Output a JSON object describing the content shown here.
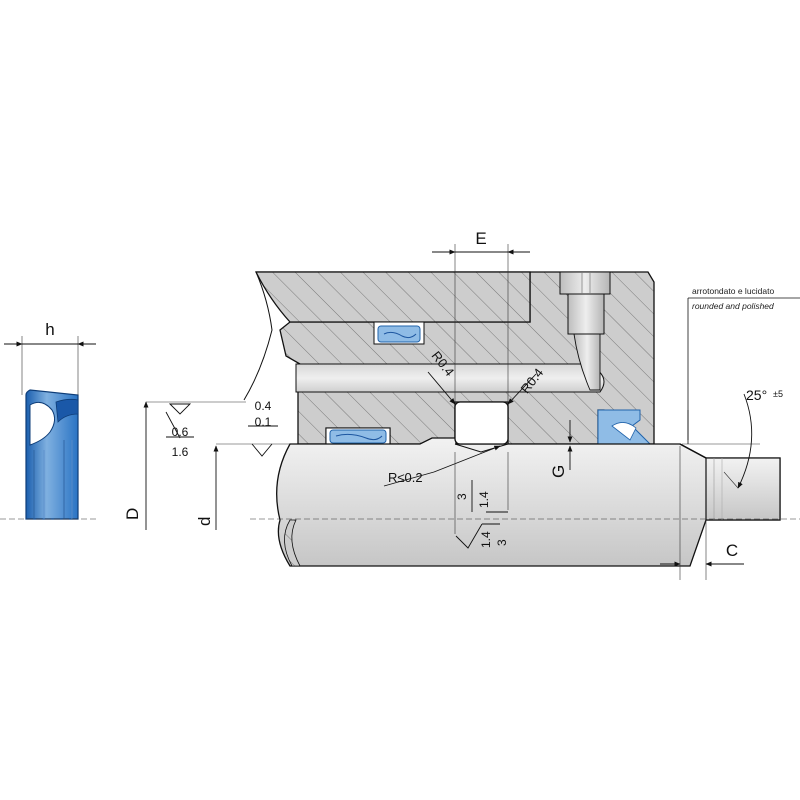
{
  "labels": {
    "h": "h",
    "E": "E",
    "D": "D",
    "d": "d",
    "G": "G",
    "C": "C",
    "radius_left": "R0.4",
    "radius_right": "R0.4",
    "radius_small": "R≤0.2",
    "angle": "25°",
    "angle_tol": "±5",
    "rough_top_a": "0.6",
    "rough_top_b": "1.6",
    "rough_top_c": "0.4",
    "rough_top_d": "0.1",
    "rough_vert_a": "3",
    "rough_vert_b": "1.4",
    "rough_low_a": "1.4",
    "rough_low_b": "3",
    "note_it": "arrotondato e lucidato",
    "note_en": "rounded and polished"
  },
  "colors": {
    "seal_blue": "#1f6fc4",
    "seal_light": "#cfe2f5",
    "housing_gray": "#c9c9c9",
    "shaft_gray": "#d6d6d6"
  }
}
